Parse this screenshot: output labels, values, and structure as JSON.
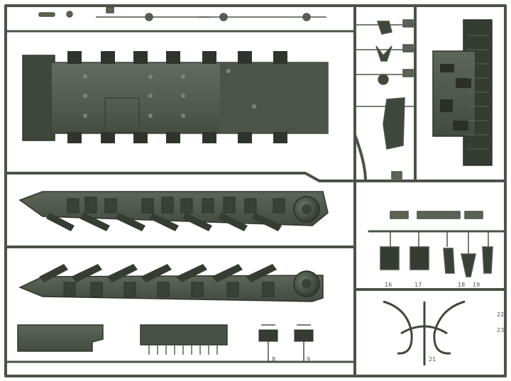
{
  "photo": {
    "subject": "model-kit-sprue",
    "colors": {
      "background": "#ffffff",
      "plastic": "#4f584b",
      "plastic_dark": "#3a4237",
      "plastic_light": "#6e786a",
      "highlight": "#8b9587"
    }
  },
  "part_numbers": {
    "n8": "8",
    "n9": "9",
    "n16": "16",
    "n17": "17",
    "n18": "18",
    "n19": "19",
    "n21": "21",
    "n22": "22",
    "n23": "23"
  }
}
